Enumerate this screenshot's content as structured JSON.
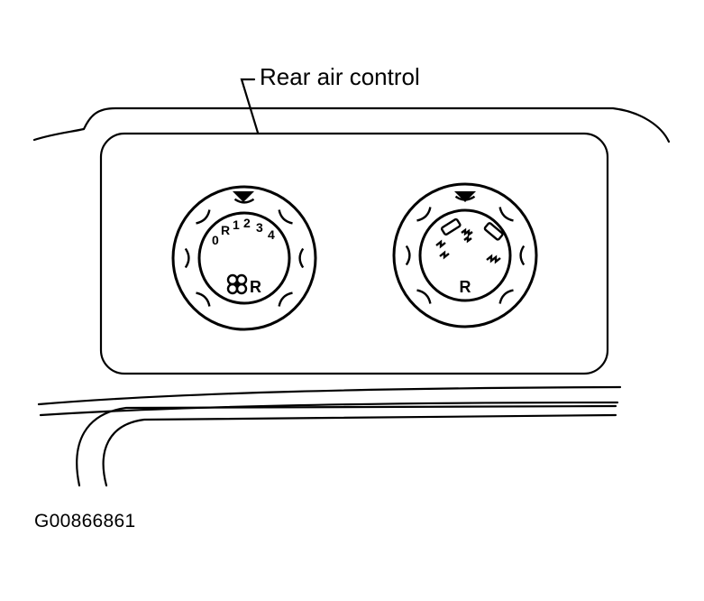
{
  "callout": {
    "label": "Rear air control"
  },
  "figure": {
    "id": "G00866861"
  },
  "blower_knob": {
    "speed_labels": [
      "0",
      "R",
      "1",
      "2",
      "3",
      "4"
    ],
    "mode_letter": "R",
    "icon": "fan-icon"
  },
  "mode_knob": {
    "mode_letter": "R",
    "icons": [
      "vent-icon",
      "bi-level-icon",
      "floor-icon"
    ]
  },
  "colors": {
    "ink": "#000000",
    "paper": "#ffffff"
  }
}
